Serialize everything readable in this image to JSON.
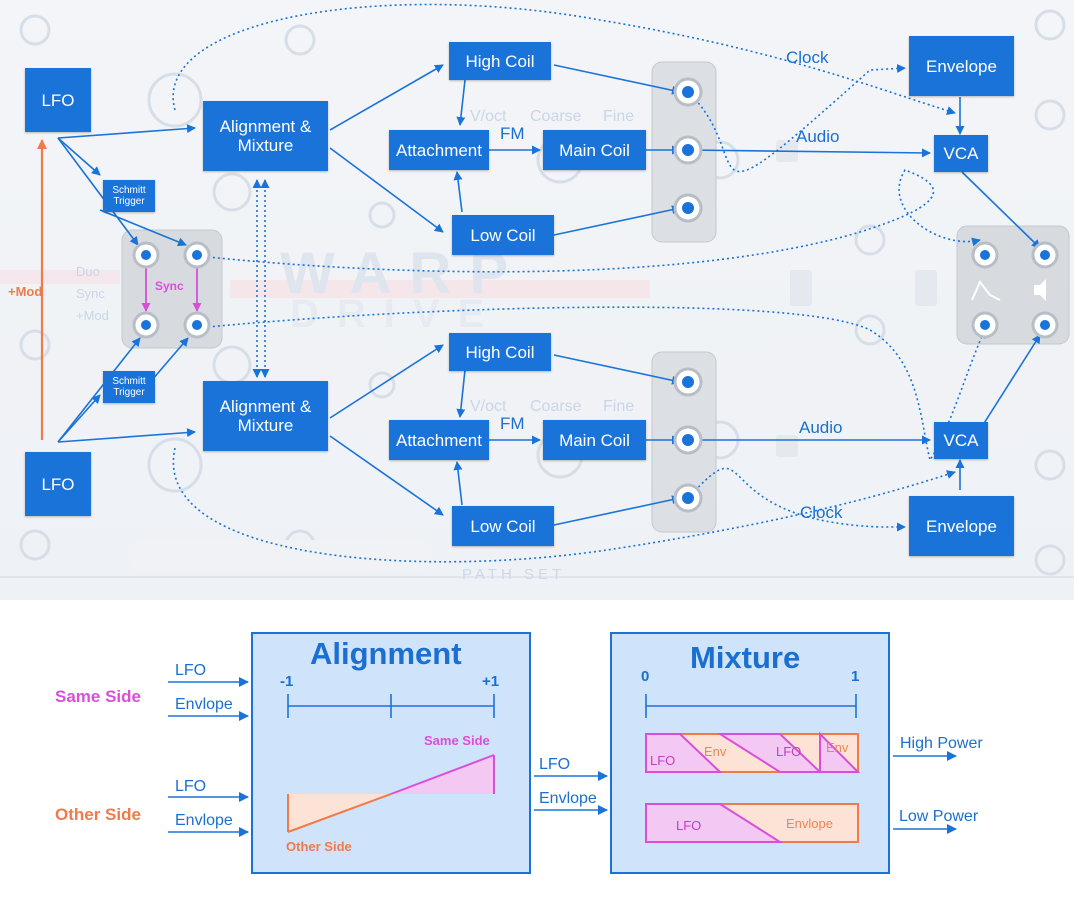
{
  "diagram": {
    "modules": {
      "lfo_top": "LFO",
      "lfo_bottom": "LFO",
      "schmitt_top": "Schmitt Trigger",
      "schmitt_bottom": "Schmitt Trigger",
      "alignment_top": "Alignment & Mixture",
      "alignment_bottom": "Alignment & Mixture",
      "high_coil_top": "High Coil",
      "high_coil_bottom": "High Coil",
      "attachment_top": "Attachment",
      "attachment_bottom": "Attachment",
      "main_coil_top": "Main Coil",
      "main_coil_bottom": "Main Coil",
      "low_coil_top": "Low Coil",
      "low_coil_bottom": "Low Coil",
      "envelope_top": "Envelope",
      "envelope_bottom": "Envelope",
      "vca_top": "VCA",
      "vca_bottom": "VCA"
    },
    "labels": {
      "fm_top": "FM",
      "fm_bottom": "FM",
      "audio_top": "Audio",
      "audio_bottom": "Audio",
      "clock_top": "Clock",
      "clock_bottom": "Clock",
      "mod": "+Mod",
      "sync": "Sync"
    },
    "panel_text": {
      "title_line1": "WARP",
      "title_line2": "DRIVE",
      "footer": "PATH SET",
      "mode_duo": "Duo",
      "mode_sync": "Sync",
      "mode_mod": "+Mod",
      "voct_top": "V/oct",
      "coarse_top": "Coarse",
      "fine_top": "Fine",
      "voct_bottom": "V/oct",
      "coarse_bottom": "Coarse",
      "fine_bottom": "Fine"
    }
  },
  "legend": {
    "same_side": "Same Side",
    "other_side": "Other Side",
    "inputs_same": [
      "LFO",
      "Envlope"
    ],
    "inputs_other": [
      "LFO",
      "Envlope"
    ],
    "alignment": {
      "title": "Alignment",
      "min_label": "-1",
      "max_label": "+1",
      "same_side_label": "Same Side",
      "other_side_label": "Other Side"
    },
    "between_labels": [
      "LFO",
      "Envlope"
    ],
    "mixture": {
      "title": "Mixture",
      "min_label": "0",
      "max_label": "1",
      "top_bar": [
        "LFO",
        "Env",
        "LFO",
        "Env"
      ],
      "bottom_bar": [
        "LFO",
        "Envlope"
      ]
    },
    "outputs": [
      "High Power",
      "Low Power"
    ]
  },
  "colors": {
    "accent": "#1a73d9",
    "same_side": "#d94fd9",
    "other_side": "#f07b4a",
    "legend_fill": "#cfe3fb"
  }
}
